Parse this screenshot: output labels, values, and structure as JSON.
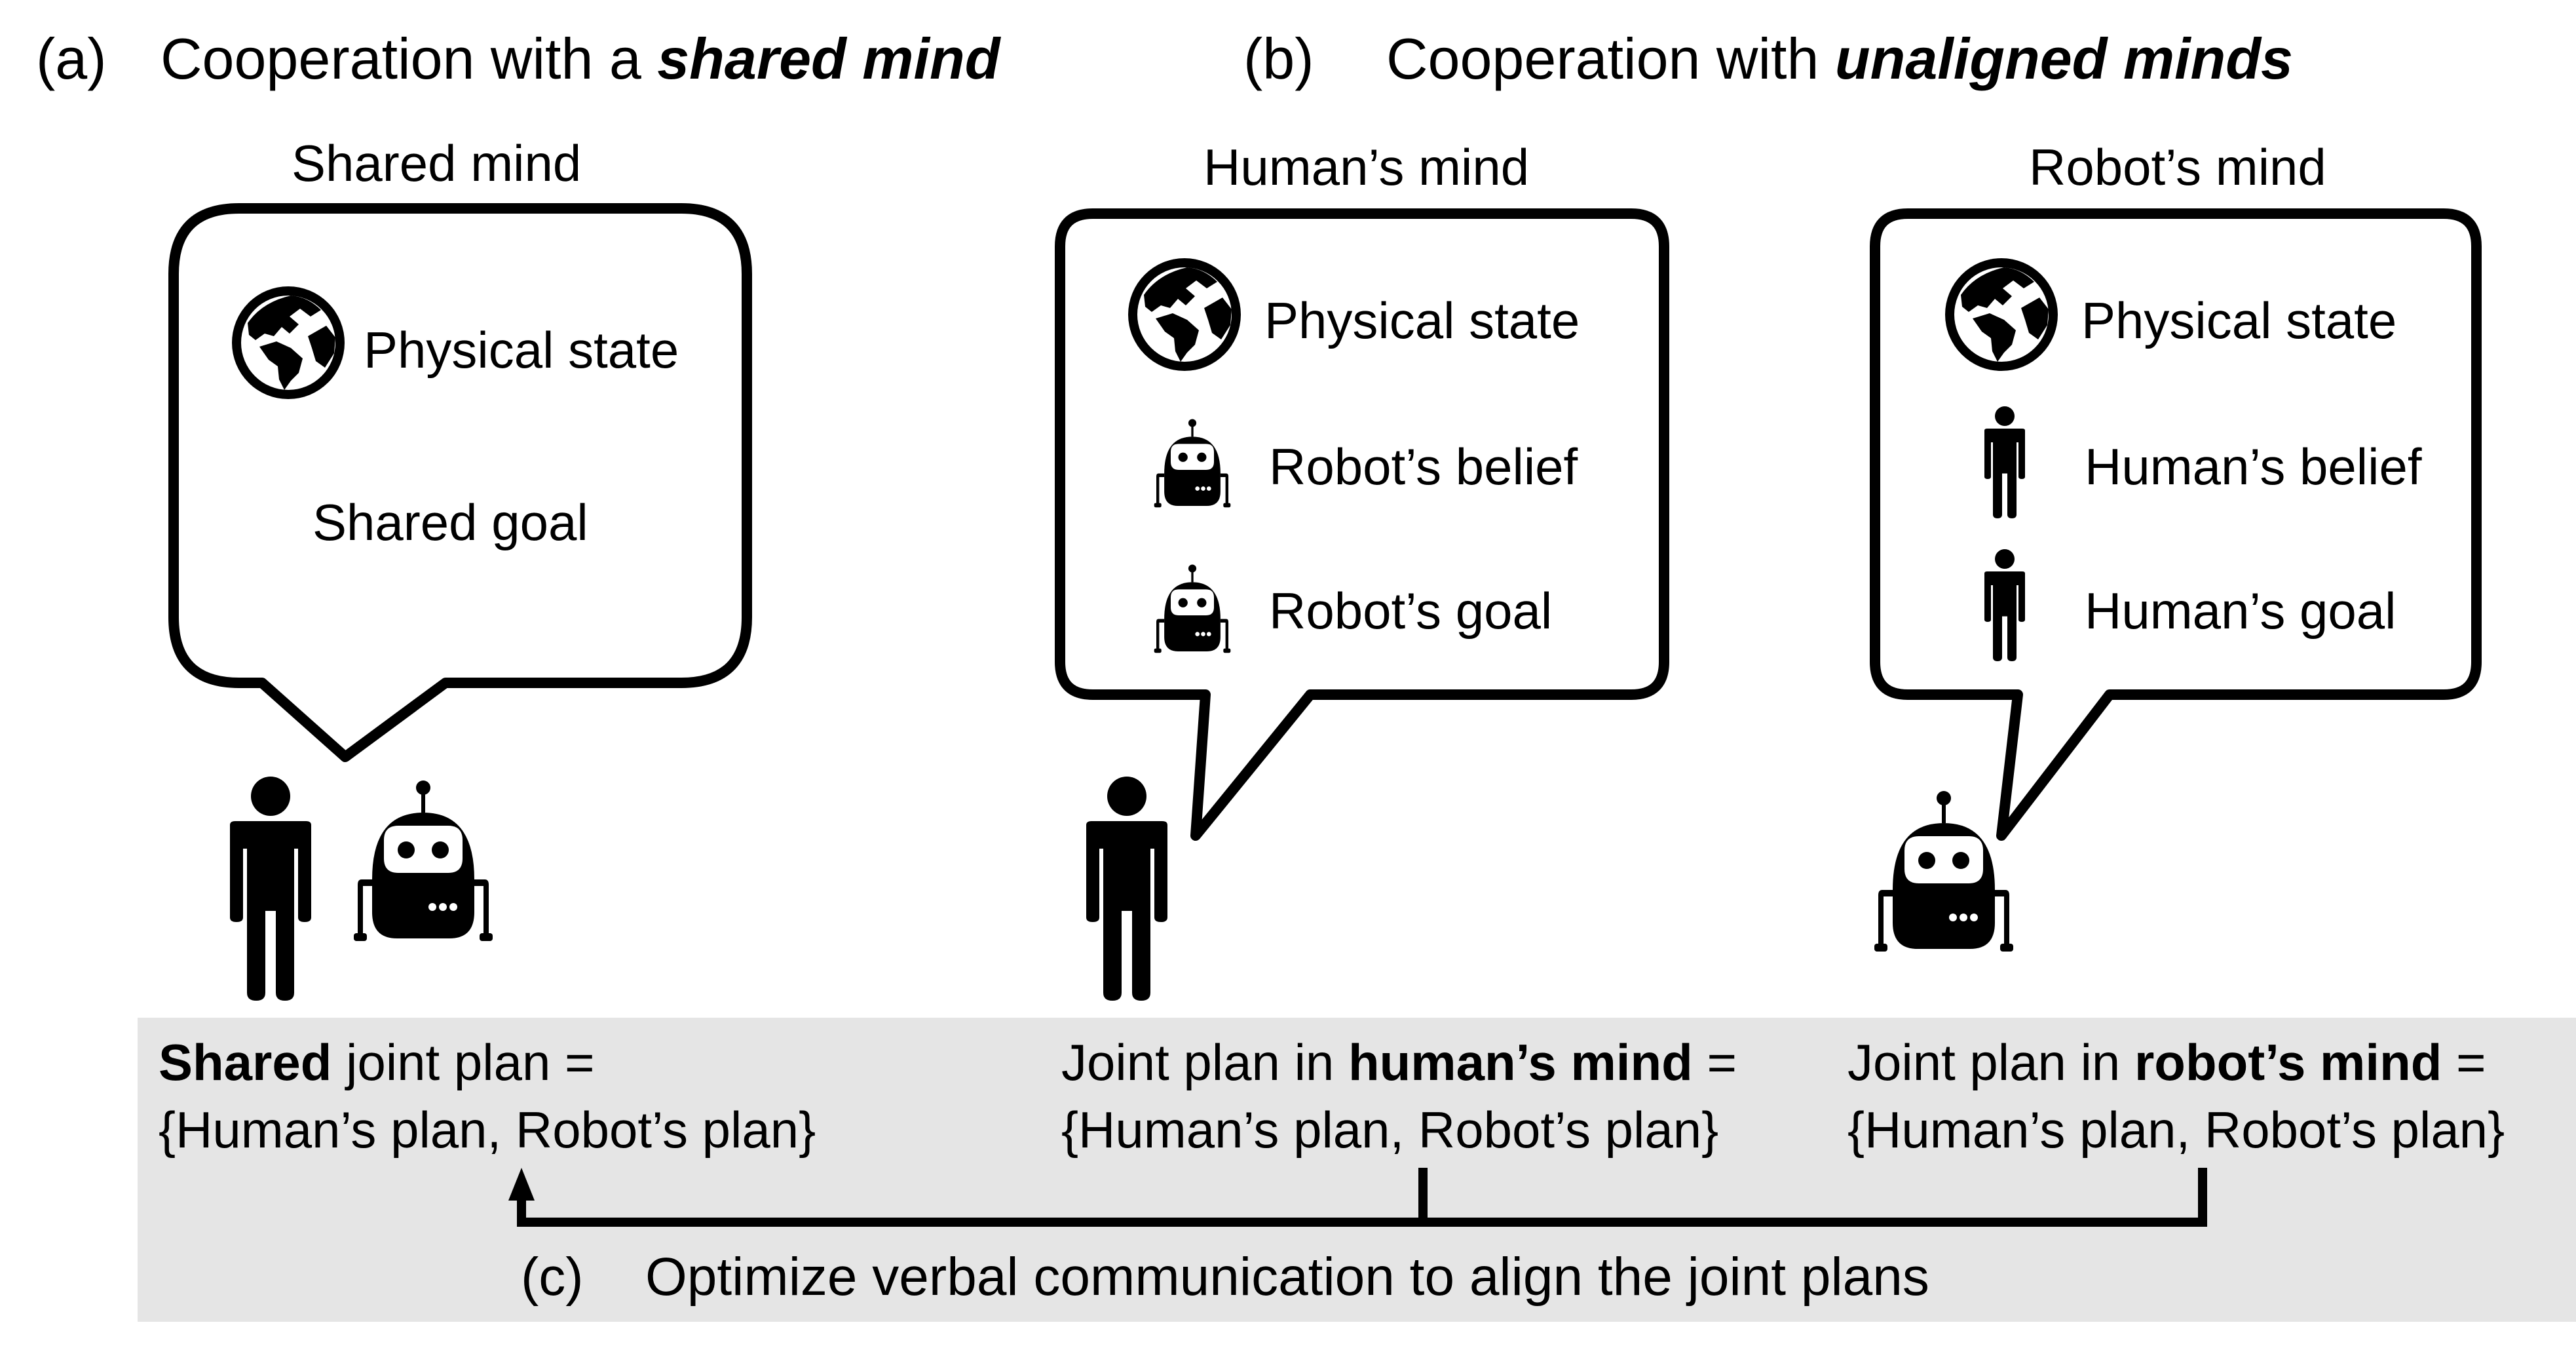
{
  "panel_a": {
    "tag": "(a)",
    "title_prefix": "Cooperation with a ",
    "title_emph": "shared mind",
    "bubble_label": "Shared mind",
    "items": [
      "Physical state",
      "Shared goal"
    ],
    "plan_bold": "Shared",
    "plan_rest": " joint plan =",
    "plan_set": "{Human’s plan, Robot’s plan}"
  },
  "panel_b": {
    "tag": "(b)",
    "title_prefix": "Cooperation with ",
    "title_emph": "unaligned minds",
    "human_bubble": {
      "label": "Human’s mind",
      "items": [
        "Physical state",
        "Robot’s belief",
        "Robot’s goal"
      ],
      "plan_prefix": "Joint plan in ",
      "plan_bold": "human’s mind",
      "plan_suffix": " =",
      "plan_set": "{Human’s plan, Robot’s plan}"
    },
    "robot_bubble": {
      "label": "Robot’s mind",
      "items": [
        "Physical state",
        "Human’s belief",
        "Human’s goal"
      ],
      "plan_prefix": "Joint plan in ",
      "plan_bold": "robot’s mind",
      "plan_suffix": " =",
      "plan_set": "{Human’s plan, Robot’s plan}"
    }
  },
  "panel_c": {
    "tag": "(c)",
    "caption": "Optimize verbal communication to align the joint plans"
  },
  "icons": {
    "globe": "globe-icon",
    "human": "human-icon",
    "robot": "robot-icon"
  },
  "colors": {
    "panel_background": "#e5e5e5",
    "ink": "#000000"
  }
}
